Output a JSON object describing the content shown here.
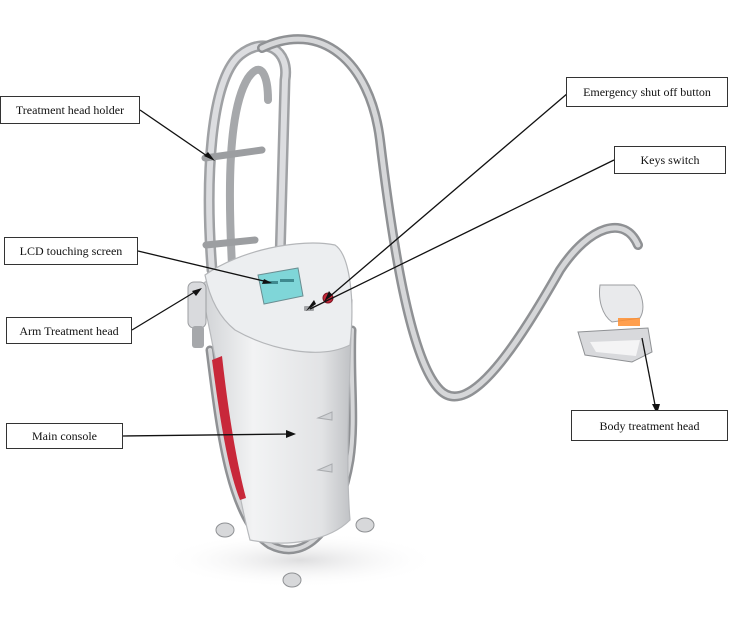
{
  "labels": {
    "treatment_head_holder": "Treatment head holder",
    "lcd_touching_screen": "LCD touching screen",
    "arm_treatment_head": "Arm Treatment head",
    "main_console": "Main console",
    "emergency_shut_off_button": "Emergency shut off button",
    "keys_switch": "Keys switch",
    "body_treatment_head": "Body treatment head"
  },
  "colors": {
    "leader_line": "#111111",
    "machine_body": "#e4e5e7",
    "accent_red": "#c8283a",
    "screen_teal": "#7fd6d8"
  }
}
